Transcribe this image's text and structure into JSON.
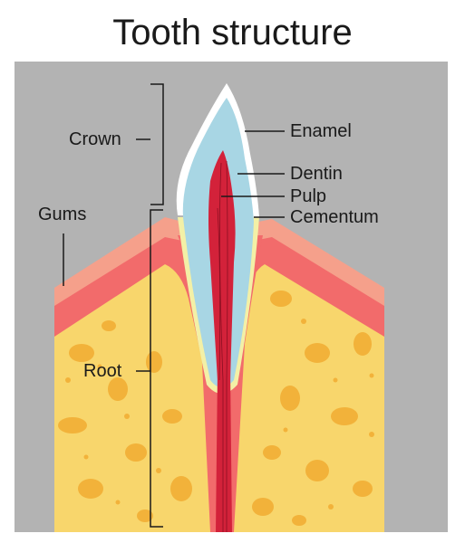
{
  "title": "Tooth structure",
  "labels": {
    "crown": "Crown",
    "gums": "Gums",
    "root": "Root",
    "enamel": "Enamel",
    "dentin": "Dentin",
    "pulp": "Pulp",
    "cementum": "Cementum"
  },
  "colors": {
    "background": "#b3b3b3",
    "gum_outer": "#f5a08b",
    "gum": "#f26b6b",
    "bone": "#f8d66c",
    "bone_spot": "#f2b23a",
    "enamel": "#ffffff",
    "dentin": "#a8d6e4",
    "pulp": "#d3223a",
    "cementum": "#f3f0a6"
  }
}
